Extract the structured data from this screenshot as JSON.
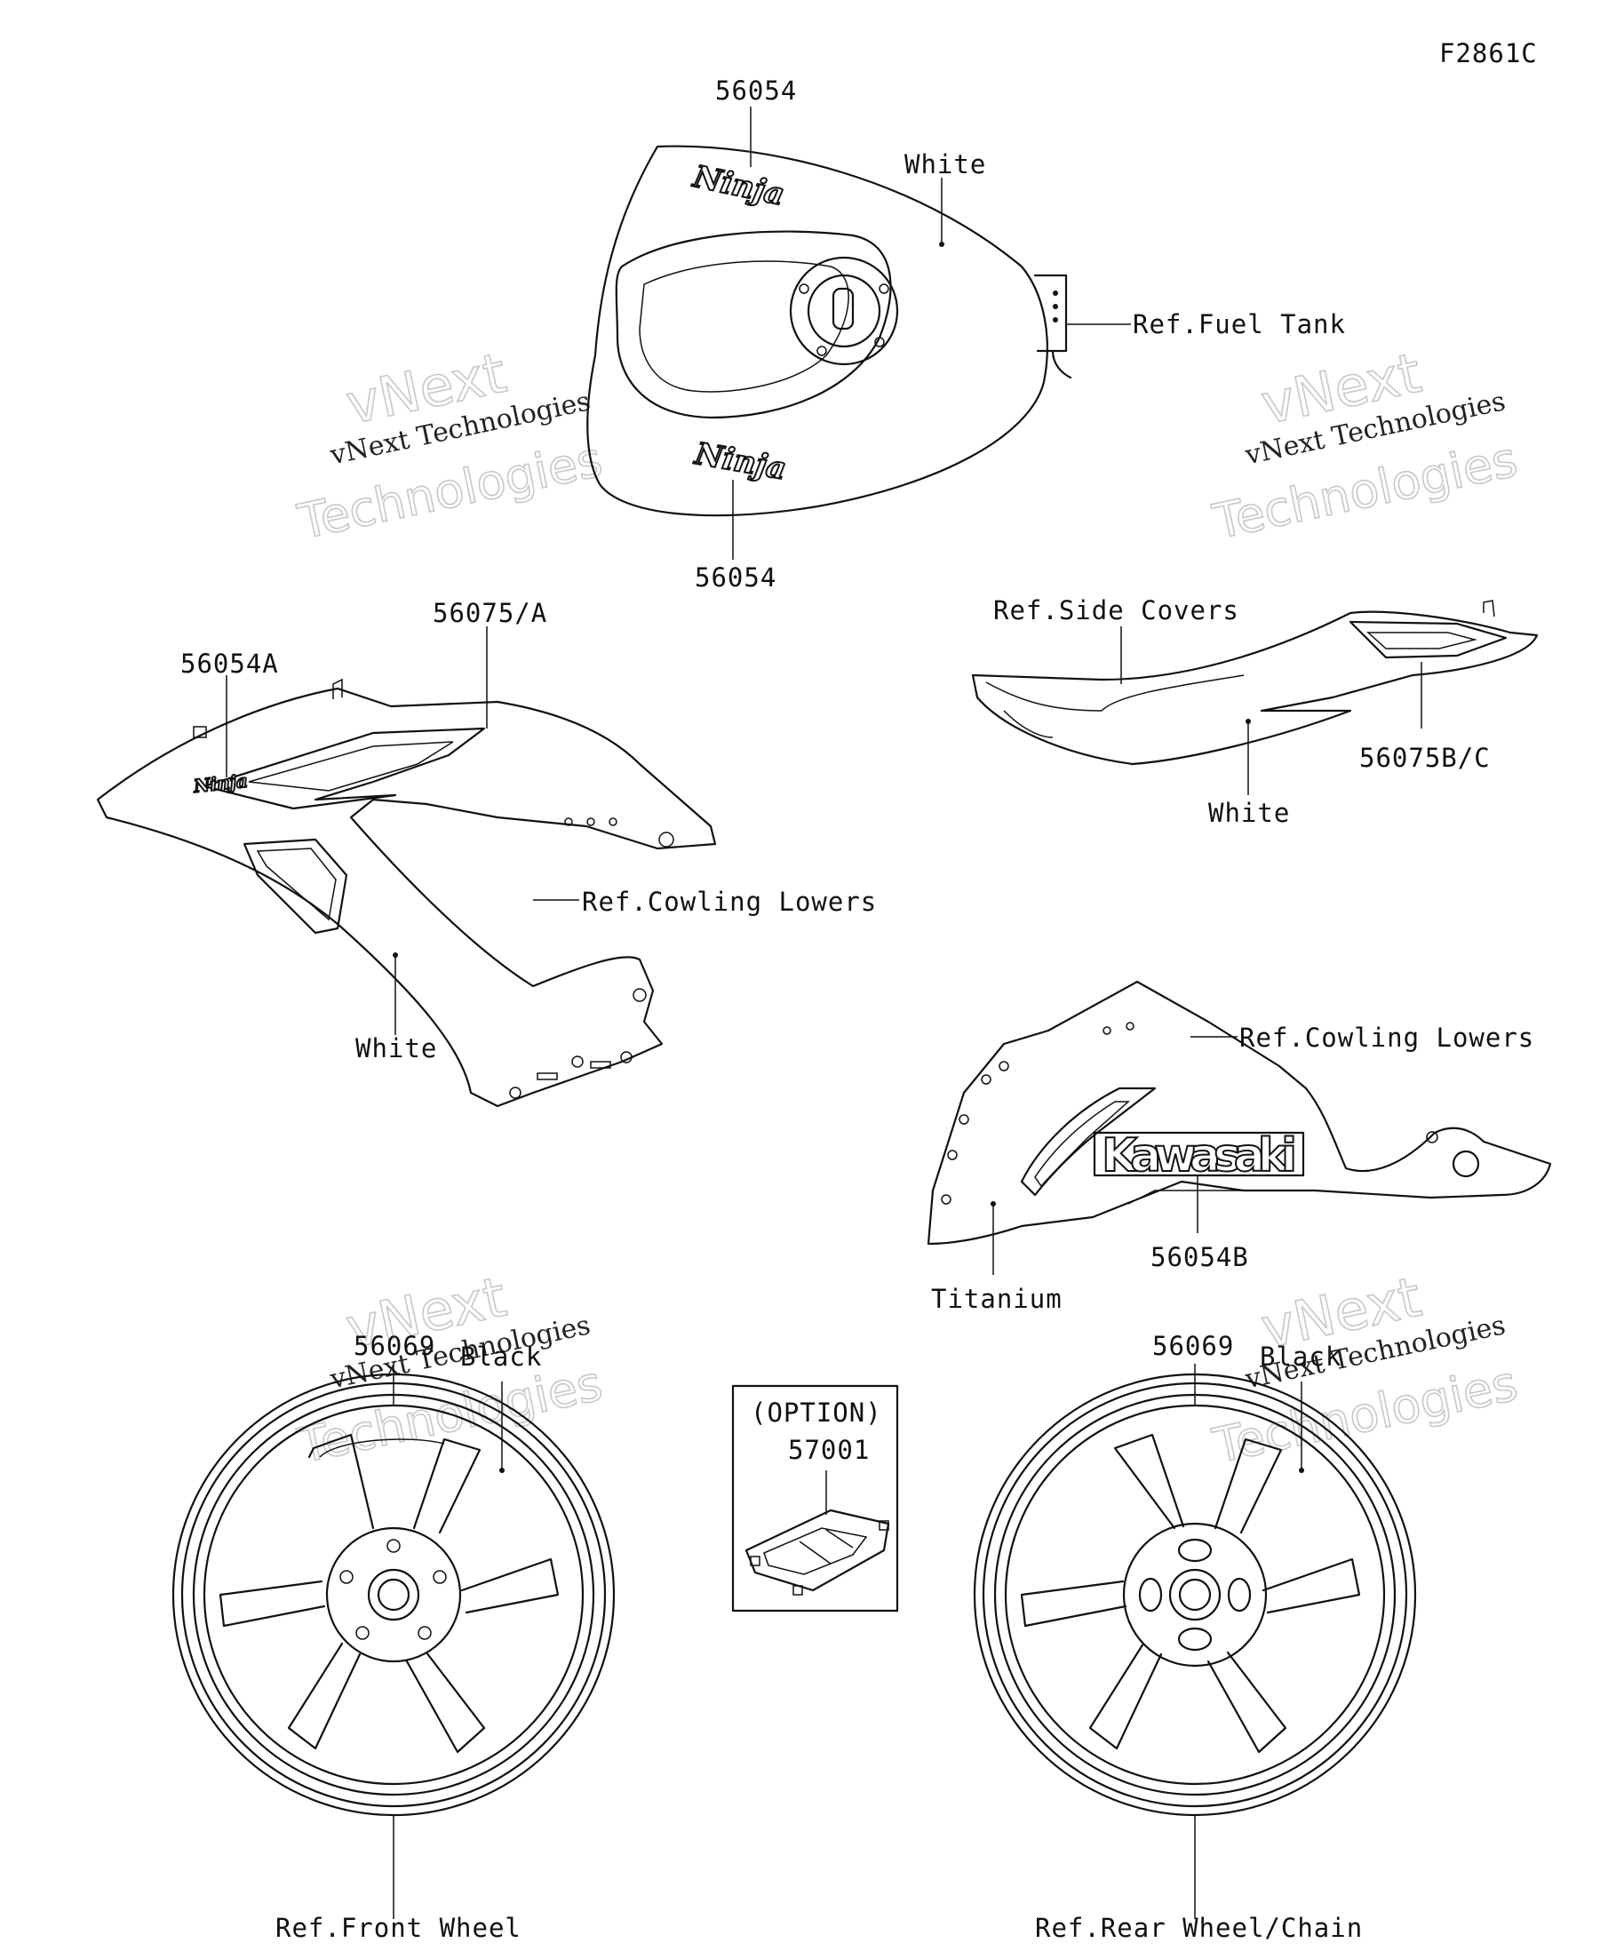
{
  "figure_code": "F2861C",
  "callouts": {
    "tank_top_part": "56054",
    "tank_top_color": "White",
    "tank_ref": "Ref.Fuel Tank",
    "tank_bottom_part": "56054",
    "left_cowl_part_a": "56075/A",
    "left_cowl_part_b": "56054A",
    "left_cowl_ref": "Ref.Cowling Lowers",
    "left_cowl_color": "White",
    "side_cover_ref": "Ref.Side Covers",
    "side_cover_part": "56075B/C",
    "side_cover_color": "White",
    "right_cowl_ref": "Ref.Cowling Lowers",
    "right_cowl_part": "56054B",
    "right_cowl_color": "Titanium",
    "front_wheel_part": "56069",
    "front_wheel_color": "Black",
    "front_wheel_ref": "Ref.Front Wheel",
    "option_title": "(OPTION)",
    "option_part": "57001",
    "rear_wheel_part": "56069",
    "rear_wheel_color": "Black",
    "rear_wheel_ref": "Ref.Rear Wheel/Chain"
  },
  "decal_text": {
    "ninja_top": "Ninja",
    "ninja_bottom": "Ninja",
    "cowl_logo": "Ninja",
    "kawasaki": "Kawasaki"
  },
  "watermarks": [
    {
      "line1": "vNext",
      "line2": "vNext Technologies",
      "line3": "Technologies"
    },
    {
      "line1": "vNext",
      "line2": "vNext Technologies",
      "line3": "Technologies"
    },
    {
      "line1": "vNext",
      "line2": "vNext Technologies",
      "line3": "Technologies"
    },
    {
      "line1": "vNext",
      "line2": "vNext Technologies",
      "line3": "Technologies"
    }
  ]
}
